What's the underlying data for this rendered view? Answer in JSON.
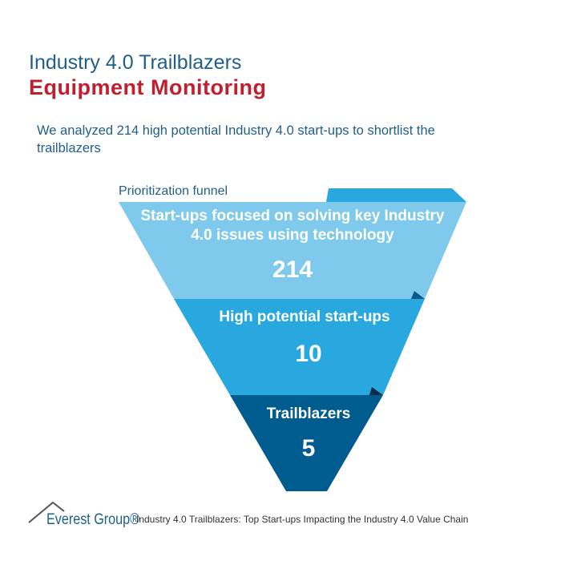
{
  "title": "Industry 4.0 Trailblazers",
  "subtitle": "Equipment Monitoring",
  "description": "We analyzed 214 high potential Industry 4.0 start-ups to shortlist the trailblazers",
  "funnel": {
    "label": "Prioritization funnel",
    "stages": [
      {
        "label": "Start-ups focused on solving key Industry 4.0 issues using technology",
        "value": "214",
        "color": "#7fc9ec"
      },
      {
        "label": "High potential start-ups",
        "value": "10",
        "color": "#29a8e0"
      },
      {
        "label": "Trailblazers",
        "value": "5",
        "color": "#005b8f"
      }
    ]
  },
  "footer": {
    "brand": "Everest Group®",
    "text": "Industry 4.0 Trailblazers: Top Start-ups Impacting the Industry 4.0 Value Chain"
  }
}
